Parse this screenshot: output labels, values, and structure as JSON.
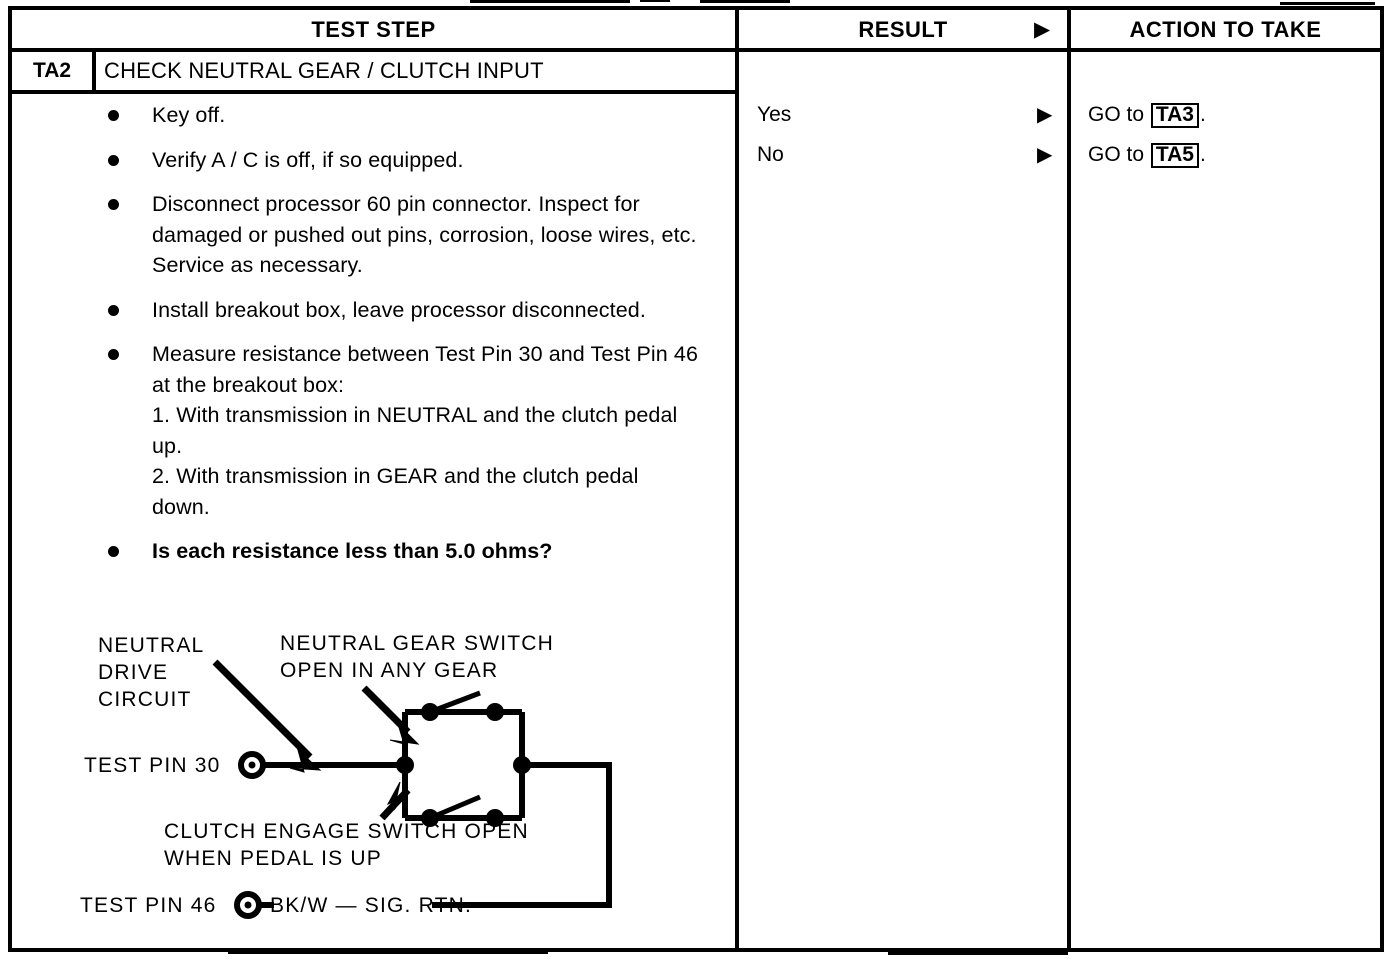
{
  "table": {
    "headers": {
      "test_step": "TEST STEP",
      "result": "RESULT",
      "result_arrow": "▶",
      "action": "ACTION TO TAKE"
    }
  },
  "step": {
    "id": "TA2",
    "title": "CHECK NEUTRAL GEAR / CLUTCH INPUT",
    "bullets": [
      {
        "text": "Key off.",
        "bold": false
      },
      {
        "text": "Verify A / C is off, if so equipped.",
        "bold": false
      },
      {
        "text": "Disconnect processor 60 pin connector. Inspect for damaged or pushed out pins, corrosion, loose wires, etc. Service as necessary.",
        "bold": false
      },
      {
        "text": "Install breakout box, leave processor disconnected.",
        "bold": false
      },
      {
        "text": "Measure resistance between Test Pin 30 and Test Pin 46 at the breakout box:",
        "sub1": "1. With transmission in NEUTRAL and the clutch pedal up.",
        "sub2": "2. With transmission in GEAR and the clutch pedal down.",
        "bold": false
      },
      {
        "text": "Is each resistance less than 5.0 ohms?",
        "bold": true
      }
    ]
  },
  "results": [
    {
      "label": "Yes",
      "arrow": "▶",
      "action_prefix": "GO to",
      "action_ref": "TA3",
      "action_suffix": "."
    },
    {
      "label": "No",
      "arrow": "▶",
      "action_prefix": "GO to",
      "action_ref": "TA5",
      "action_suffix": "."
    }
  ],
  "schematic": {
    "label_neutral_drive": [
      "NEUTRAL",
      "DRIVE",
      "CIRCUIT"
    ],
    "label_gear_switch": [
      "NEUTRAL GEAR SWITCH",
      "OPEN IN ANY GEAR"
    ],
    "label_clutch_switch": [
      "CLUTCH ENGAGE SWITCH OPEN",
      "WHEN PEDAL IS UP"
    ],
    "label_pin30": "TEST PIN 30",
    "label_pin46": "TEST PIN 46",
    "label_wire": "BK/W — SIG. RTN."
  },
  "colors": {
    "ink": "#000000",
    "paper": "#ffffff"
  }
}
